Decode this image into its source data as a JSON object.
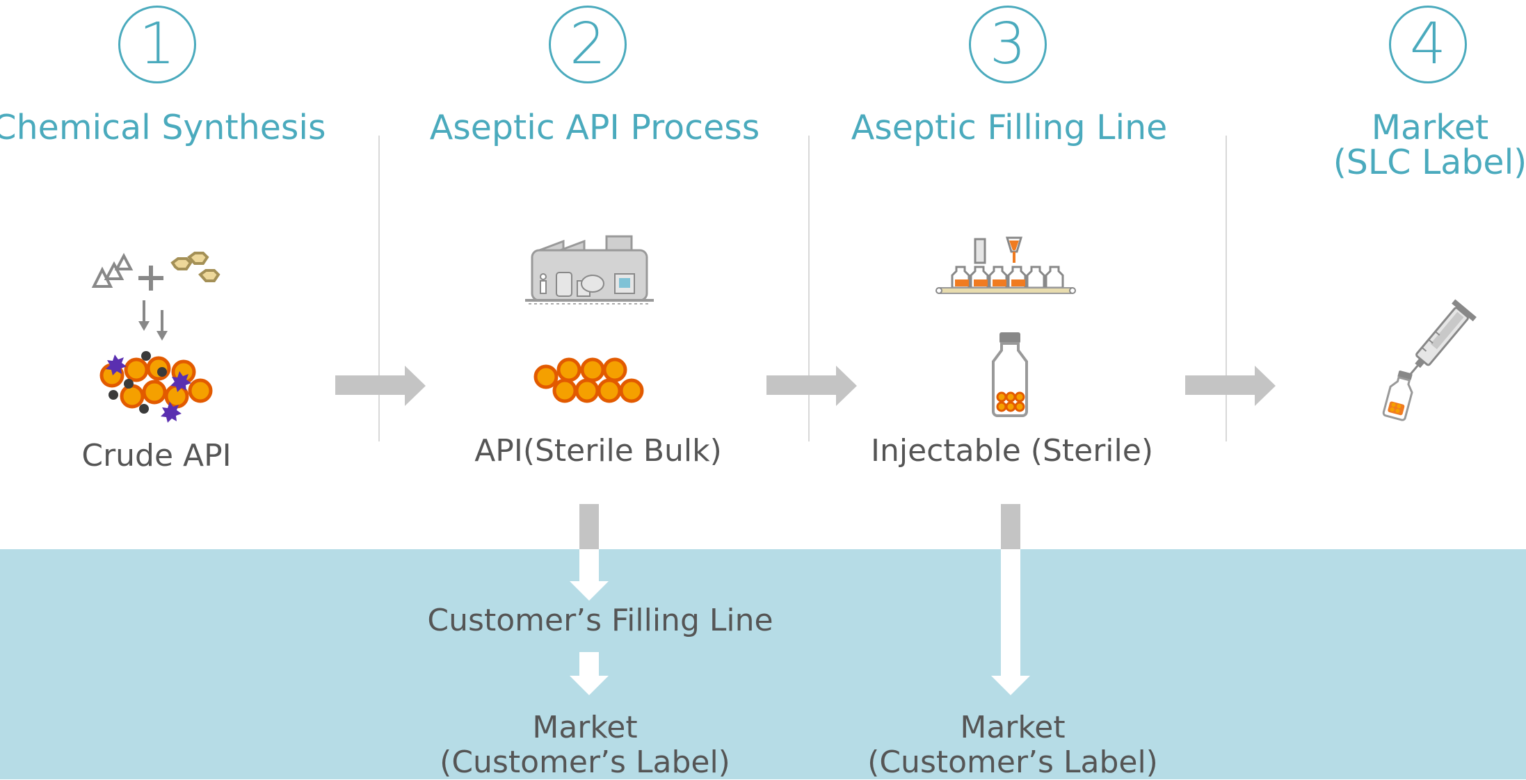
{
  "stages": [
    {
      "number": "1",
      "title": "Chemical Synthesis",
      "product": "Crude API"
    },
    {
      "number": "2",
      "title": "Aseptic API Process",
      "product": "API(Sterile Bulk)"
    },
    {
      "number": "3",
      "title": "Aseptic Filling Line",
      "product": "Injectable (Sterile)"
    },
    {
      "number": "4",
      "title_line1": "Market",
      "title_line2": "(SLC Label)"
    }
  ],
  "customer_path": {
    "filling_line": "Customer’s Filling Line",
    "market_left_line1": "Market",
    "market_left_line2": "(Customer’s Label)",
    "market_right_line1": "Market",
    "market_right_line2": "(Customer’s Label)"
  },
  "colors": {
    "accent": "#4aaabd",
    "band": "#b6dce6",
    "arrow_gray": "#c4c4c4",
    "api_orange": "#f5a000",
    "impurity_purple": "#5a2fb0"
  }
}
